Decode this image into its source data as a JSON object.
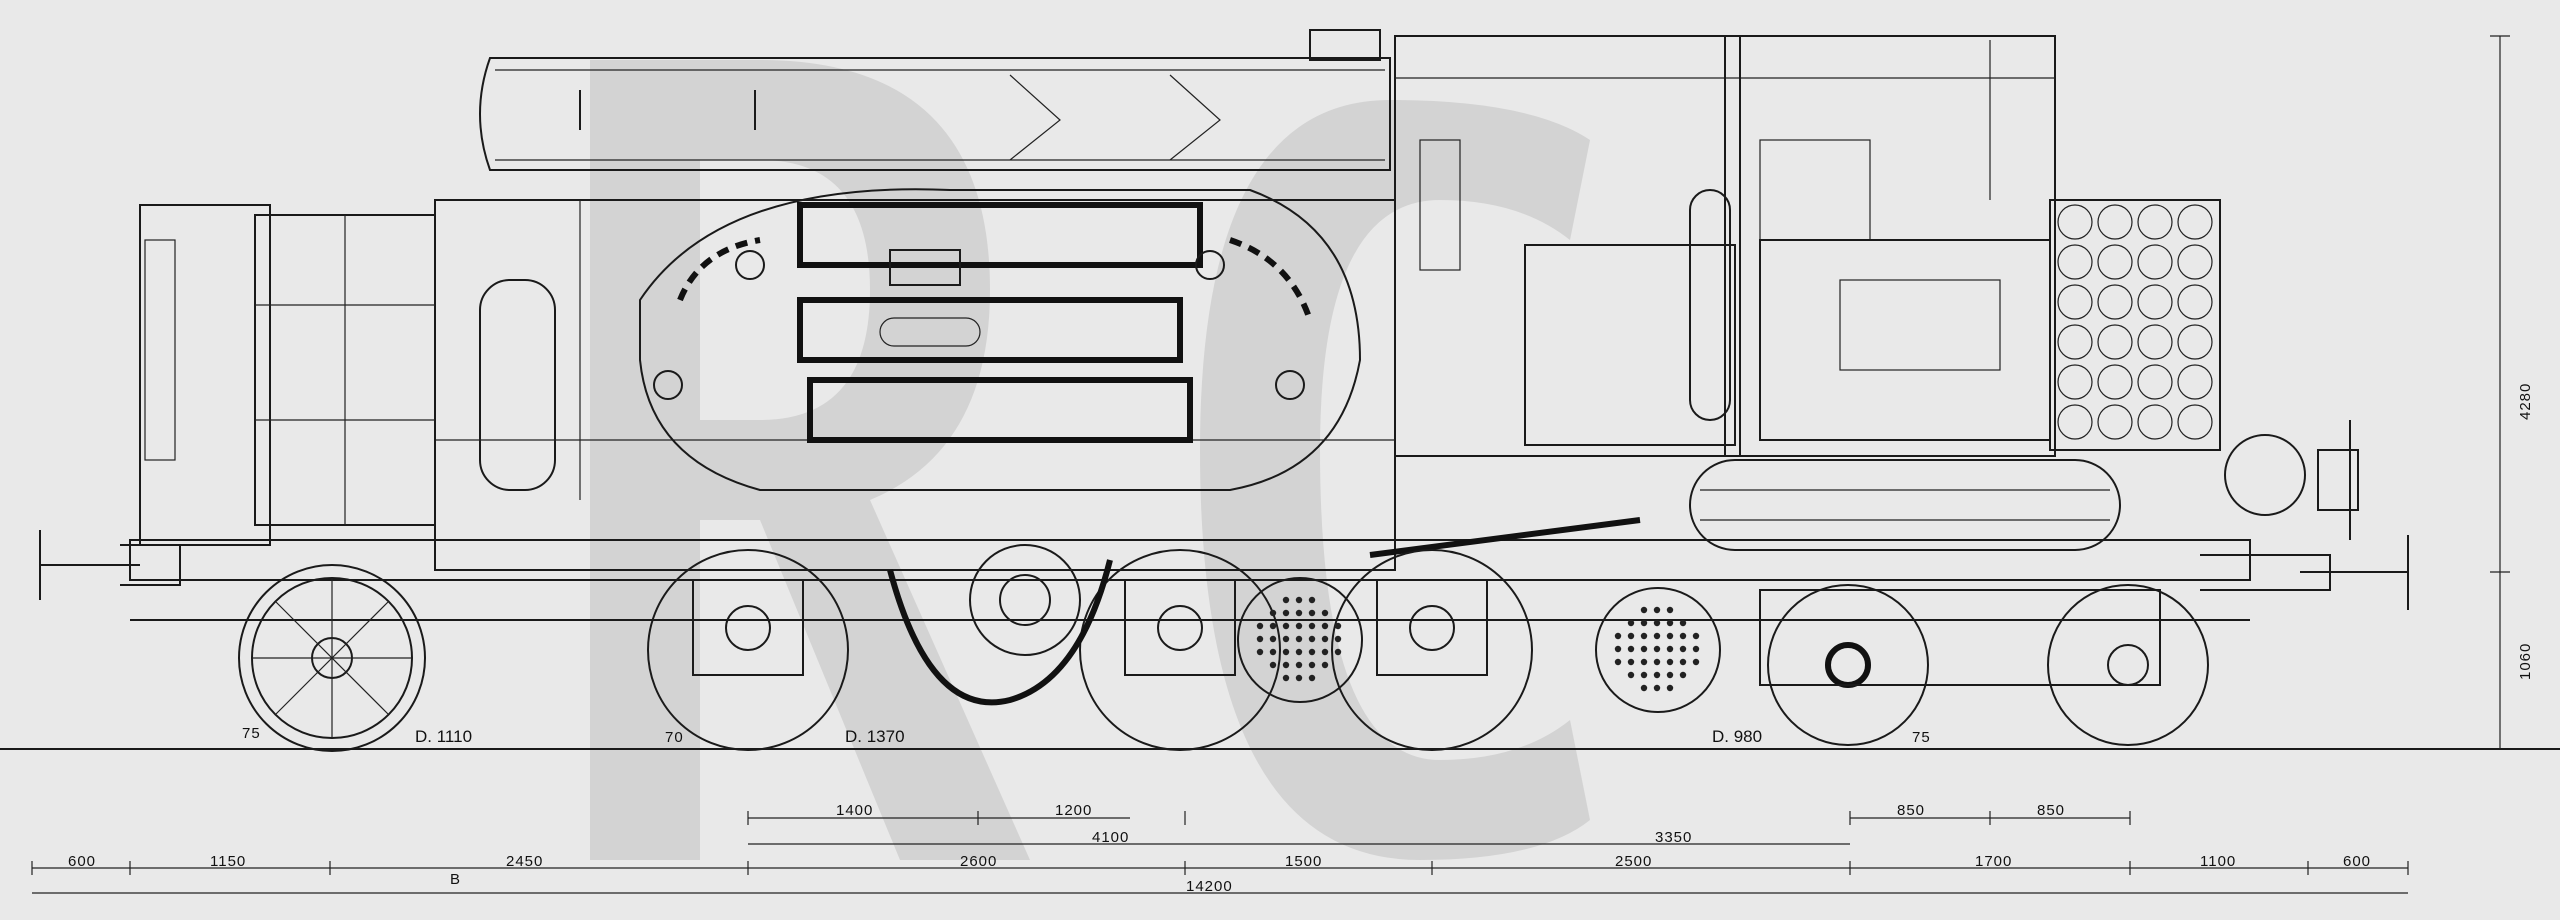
{
  "wheel_labels": {
    "wheel_d1110": "D. 1110",
    "wheel_d1370": "D. 1370",
    "wheel_d980": "D. 980",
    "tick_75": "75",
    "tick_70": "70",
    "tick_75b": "75"
  },
  "dims_row1": [
    "1400",
    "1200",
    "850",
    "850"
  ],
  "dims_row2": [
    "4100",
    "3350"
  ],
  "dims_row3": [
    "600",
    "1150",
    "2450",
    "2600",
    "1500",
    "2500",
    "1700",
    "1100",
    "600"
  ],
  "total_length": "14200",
  "height_total": "4280",
  "height_buffer": "1060",
  "small_mark": "B",
  "watermark": "RC",
  "colors": {
    "paper": "#e9e9e9",
    "ink": "#1a1a1a",
    "watermark": "#c9c9c9"
  }
}
